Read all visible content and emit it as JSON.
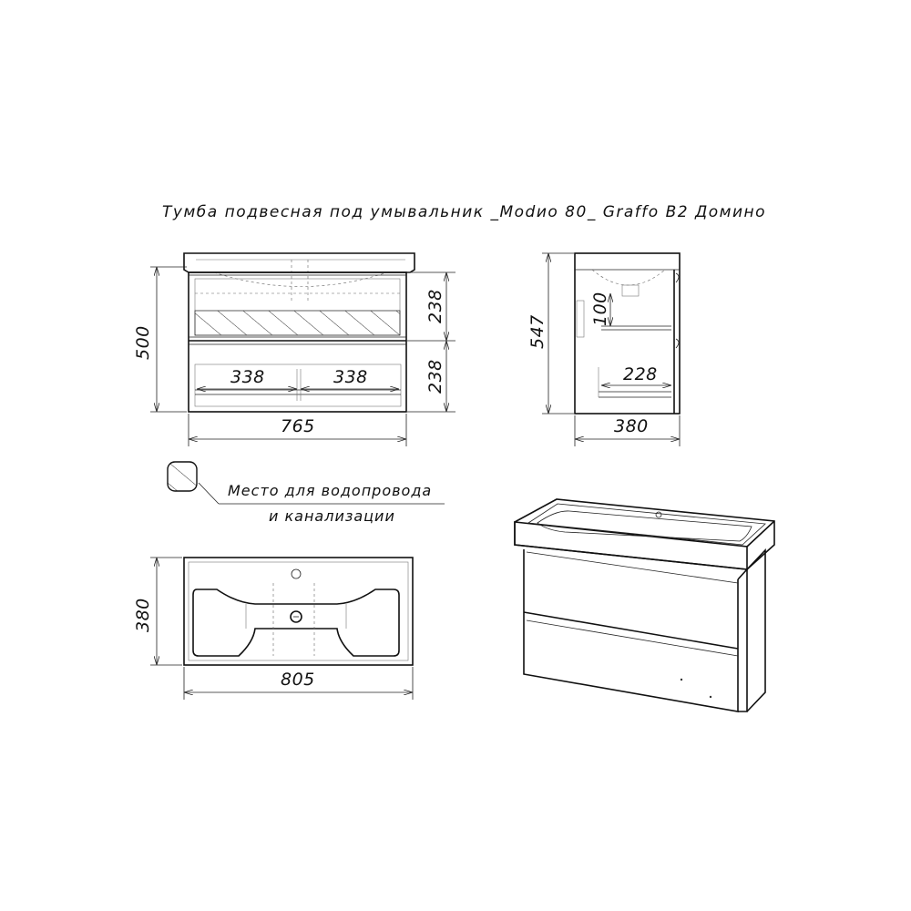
{
  "title": "Тумба подвесная под умывальник _Modиo 80_ Graffo B2 Домино",
  "front_view": {
    "height_total": "500",
    "drawer_top": "238",
    "drawer_bottom": "238",
    "inner_left": "338",
    "inner_right": "338",
    "width": "765"
  },
  "side_view": {
    "height": "547",
    "siphon_offset": "100",
    "drawer_depth": "228",
    "depth": "380"
  },
  "legend": {
    "line1": "Место для водопровода",
    "line2": "и канализации"
  },
  "top_view": {
    "depth": "380",
    "width": "805"
  }
}
